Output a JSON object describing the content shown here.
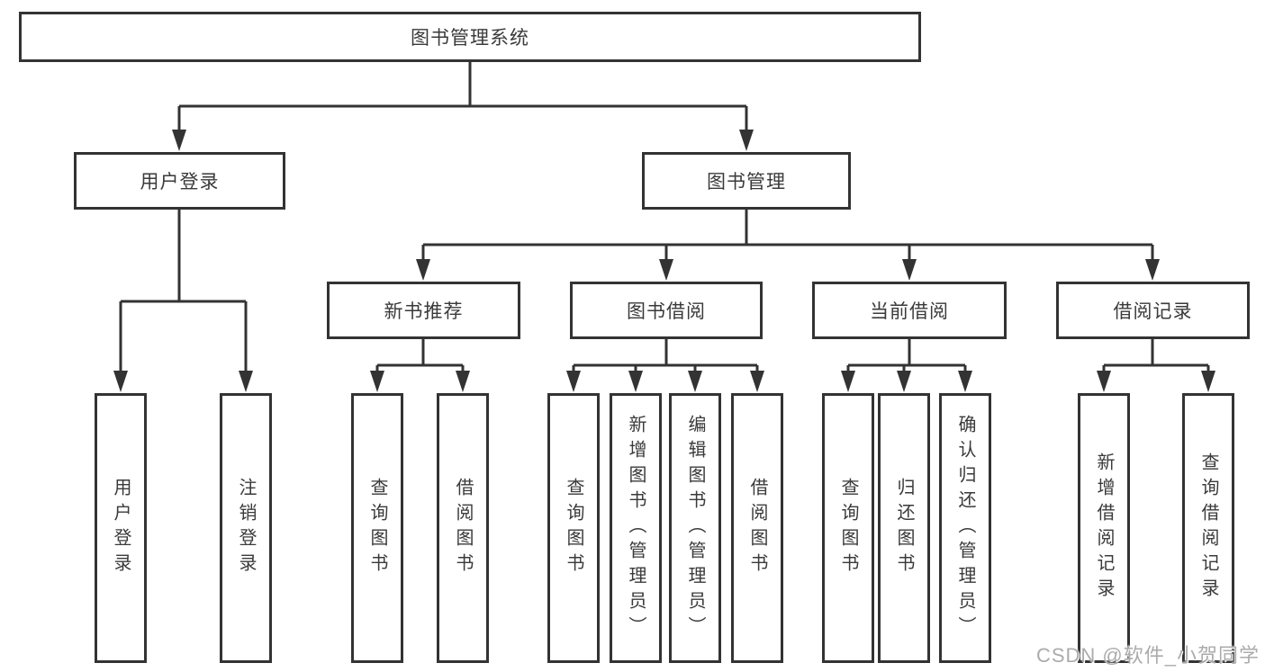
{
  "diagram": {
    "type": "tree",
    "root": "图书管理系统",
    "level2": {
      "user_login": "用户登录",
      "book_mgmt": "图书管理"
    },
    "level3": {
      "new_books": "新书推荐",
      "book_borrow": "图书借阅",
      "current_borrow": "当前借阅",
      "borrow_records": "借阅记录"
    },
    "leaves": {
      "user_login": [
        "用户登录",
        "注销登录"
      ],
      "new_books": [
        "查询图书",
        "借阅图书"
      ],
      "book_borrow": [
        "查询图书",
        "新增图书（管理员）",
        "编辑图书（管理员）",
        "借阅图书"
      ],
      "current_borrow": [
        "查询图书",
        "归还图书",
        "确认归还（管理员）"
      ],
      "borrow_records": [
        "新增借阅记录",
        "查询借阅记录"
      ]
    },
    "colors": {
      "line": "#333333",
      "text": "#3a3a3a",
      "box_background": "#ffffff",
      "watermark": "#ababab",
      "background": "#ffffff"
    }
  },
  "watermark": {
    "text": "CSDN @软件_小贺同学"
  }
}
